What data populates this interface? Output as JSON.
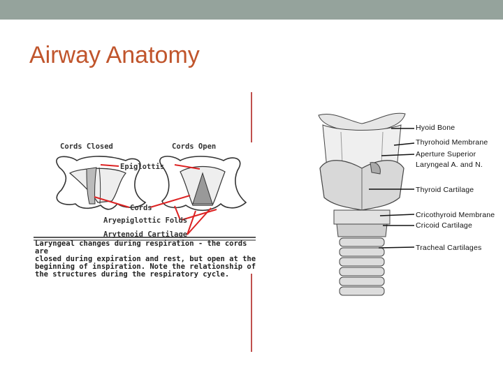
{
  "slide": {
    "title": "Airway Anatomy",
    "accent_color": "#c0504d",
    "header_bar_color": "#95a39c"
  },
  "left_figure": {
    "labels": {
      "cords_closed": "Cords Closed",
      "cords_open": "Cords Open",
      "epiglottis": "Epiglottis",
      "cords": "Cords",
      "aryepiglottic_folds": "Aryepiglottic Folds",
      "arytenoid_cartilage": "Arytenoid Cartilage"
    },
    "caption_lines": [
      "Laryngeal changes during respiration - the cords are",
      "closed during expiration and rest, but open at the",
      "beginning of inspiration.  Note the relationship of",
      "the structures during the respiratory cycle."
    ]
  },
  "right_figure": {
    "labels": {
      "hyoid_bone": "Hyoid Bone",
      "thyrohoid_membrane": "Thyrohoid Membrane",
      "aperture_superior": "Aperture Superior",
      "laryngeal_a_n": "Laryngeal A. and N.",
      "thyroid_cartilage": "Thyroid Cartilage",
      "cricothyroid_membrane": "Cricothyroid Membrane",
      "cricoid_cartilage": "Cricoid Cartilage",
      "tracheal_cartilages": "Tracheal Cartilages"
    }
  }
}
